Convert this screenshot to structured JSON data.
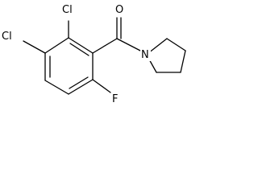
{
  "structure": {
    "atoms": {
      "cl_top": "Cl",
      "cl_left": "Cl",
      "oxygen": "O",
      "nitrogen": "N",
      "fluorine": "F"
    }
  },
  "colors": {
    "bond": "#000000",
    "background": "#ffffff"
  }
}
